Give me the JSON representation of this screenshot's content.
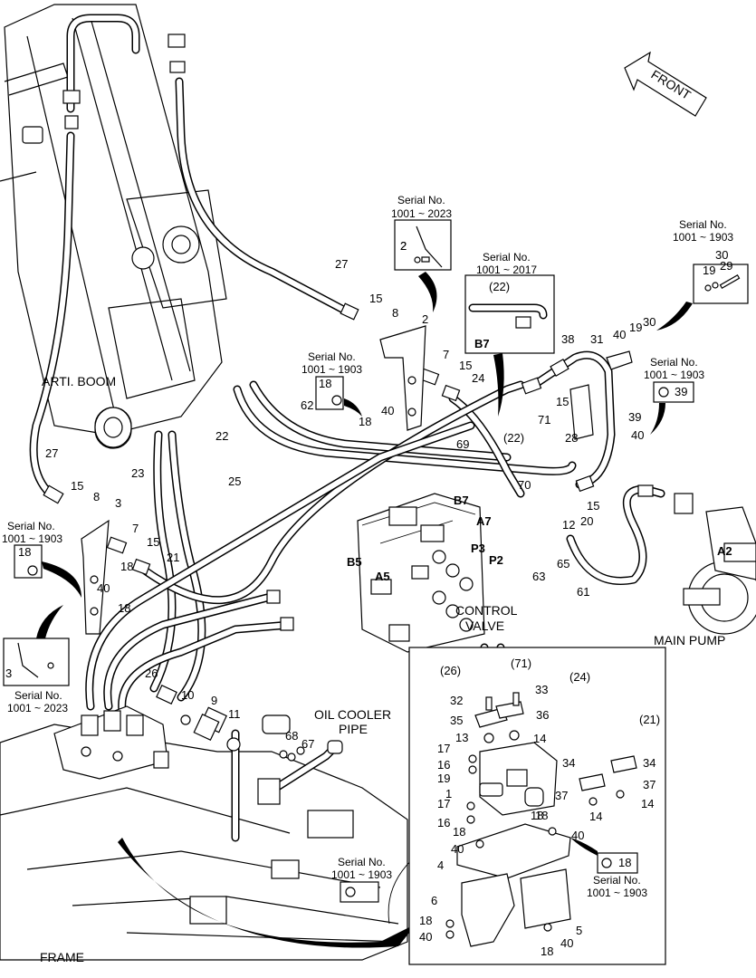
{
  "labels": {
    "front": "FRONT",
    "arti_boom": "ARTI. BOOM",
    "control_valve_1": "CONTROL",
    "control_valve_2": "VALVE",
    "main_pump": "MAIN PUMP",
    "oil_cooler_1": "OIL COOLER",
    "oil_cooler_2": "PIPE",
    "frame": "FRAME"
  },
  "ports": [
    "B7",
    "A7",
    "P3",
    "P2",
    "B5",
    "A5",
    "A2",
    "B7"
  ],
  "serial_notes": [
    {
      "id": "s1",
      "line1": "Serial No.",
      "line2": "1001 ~ 2023"
    },
    {
      "id": "s2",
      "line1": "Serial No.",
      "line2": "1001 ~ 2017"
    },
    {
      "id": "s3",
      "line1": "Serial No.",
      "line2": "1001 ~ 1903"
    },
    {
      "id": "s4",
      "line1": "Serial No.",
      "line2": "1001 ~ 1903"
    },
    {
      "id": "s5",
      "line1": "Serial No.",
      "line2": "1001 ~ 1903"
    },
    {
      "id": "s6",
      "line1": "Serial No.",
      "line2": "1001 ~ 1903"
    },
    {
      "id": "s7",
      "line1": "Serial No.",
      "line2": "1001 ~ 2023"
    },
    {
      "id": "s8",
      "line1": "Serial No.",
      "line2": "1001 ~ 1903"
    },
    {
      "id": "s9",
      "line1": "Serial No.",
      "line2": "1001 ~ 1903"
    }
  ],
  "part_numbers": [
    "27",
    "15",
    "8",
    "2",
    "7",
    "15",
    "24",
    "62",
    "22",
    "23",
    "25",
    "27",
    "15",
    "8",
    "3",
    "7",
    "15",
    "21",
    "18",
    "40",
    "18",
    "26",
    "10",
    "9",
    "11",
    "68",
    "67",
    "38",
    "31",
    "40",
    "19",
    "30",
    "15",
    "71",
    "28",
    "39",
    "40",
    "69",
    "70",
    "15",
    "20",
    "12",
    "65",
    "63",
    "61",
    "29",
    "30",
    "19",
    "2",
    "18",
    "40",
    "18",
    "(22)",
    "(22)",
    "2",
    "3",
    "18",
    "39"
  ],
  "inset_numbers": [
    "(26)",
    "(71)",
    "(24)",
    "(21)",
    "32",
    "33",
    "35",
    "36",
    "13",
    "14",
    "17",
    "16",
    "19",
    "1",
    "17",
    "16",
    "18",
    "18",
    "40",
    "4",
    "6",
    "18",
    "40",
    "18",
    "40",
    "5",
    "34",
    "34",
    "37",
    "37",
    "14",
    "14",
    "40",
    "18",
    "18"
  ]
}
